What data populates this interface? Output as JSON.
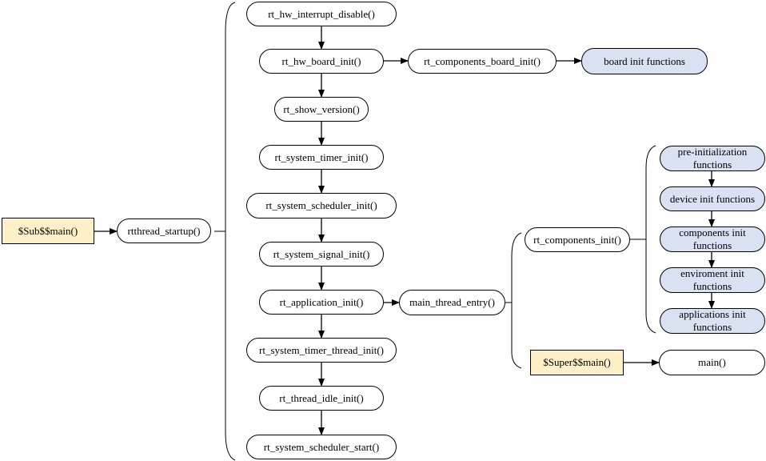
{
  "colors": {
    "node_fill": "#ffffff",
    "init_group_fill": "#d9e1f2",
    "entry_fill": "#fff0c8",
    "stroke": "#000000"
  },
  "nodes": {
    "sub_main": "$Sub$$main()",
    "rtthread_startup": "rtthread_startup()",
    "rt_hw_interrupt_disable": "rt_hw_interrupt_disable()",
    "rt_hw_board_init": "rt_hw_board_init()",
    "rt_components_board_init": "rt_components_board_init()",
    "board_init_functions": "board init functions",
    "rt_show_version": "rt_show_version()",
    "rt_system_timer_init": "rt_system_timer_init()",
    "rt_system_scheduler_init": "rt_system_scheduler_init()",
    "rt_system_signal_init": "rt_system_signal_init()",
    "rt_application_init": "rt_application_init()",
    "main_thread_entry": "main_thread_entry()",
    "rt_system_timer_thread_init": "rt_system_timer_thread_init()",
    "rt_thread_idle_init": "rt_thread_idle_init()",
    "rt_system_scheduler_start": "rt_system_scheduler_start()",
    "rt_components_init": "rt_components_init()",
    "pre_initialization_functions": "pre-initialization\nfunctions",
    "device_init_functions": "device init functions",
    "components_init_functions": "components init\nfunctions",
    "enviroment_init_functions": "enviroment init\nfunctions",
    "applications_init_functions": "applications init\nfunctions",
    "super_main": "$Super$$main()",
    "main": "main()"
  }
}
